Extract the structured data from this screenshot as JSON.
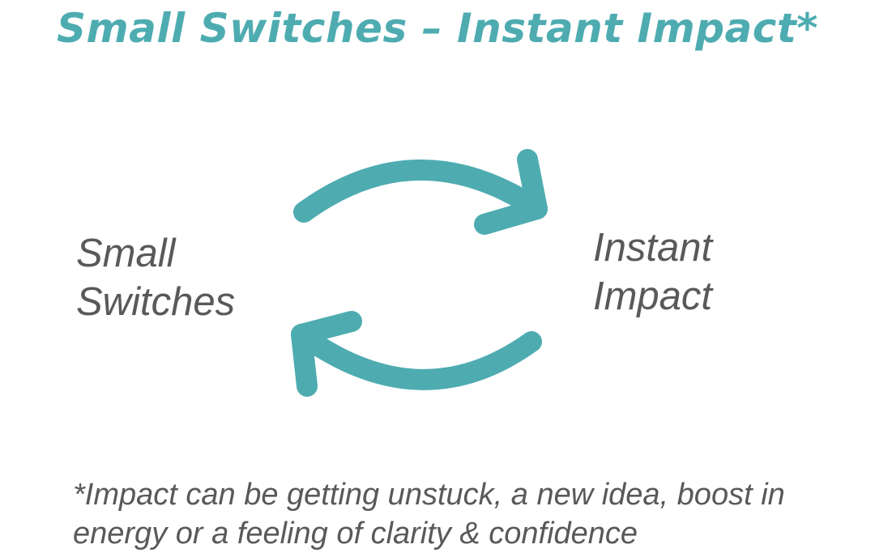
{
  "title": "Small Switches – Instant Impact*",
  "nodes": {
    "left": {
      "line1": "Small",
      "line2": "Switches"
    },
    "right": {
      "line1": "Instant",
      "line2": "Impact"
    }
  },
  "footnote": {
    "line1": "*Impact can be getting unstuck, a new idea, boost in",
    "line2": "energy or a feeling of clarity & confidence"
  },
  "colors": {
    "accent": "#4eacb1",
    "text": "#595959",
    "background": "#ffffff"
  },
  "icons": {
    "top_arrow": "curved-arrow-right-icon",
    "bottom_arrow": "curved-arrow-left-icon"
  }
}
